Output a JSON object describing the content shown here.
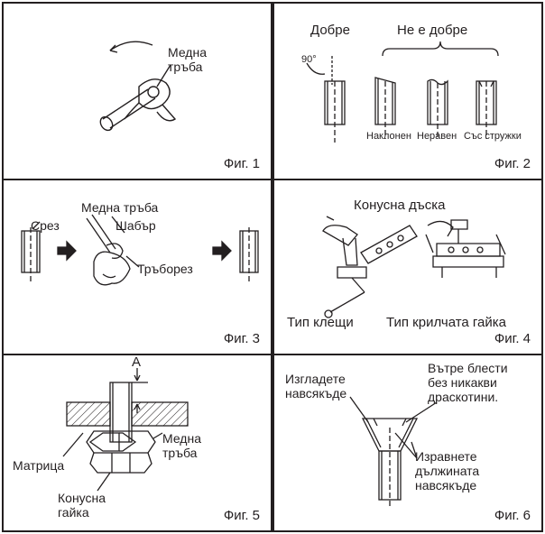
{
  "fig1": {
    "caption": "Фиг. 1",
    "copper_pipe": "Медна\nтръба"
  },
  "fig2": {
    "caption": "Фиг. 2",
    "good": "Добре",
    "not_good": "Не е добре",
    "angle": "90°",
    "tilted": "Наклонен",
    "uneven": "Неравен",
    "burrs": "Със стружки"
  },
  "fig3": {
    "caption": "Фиг. 3",
    "cut": "Срез",
    "copper_pipe": "Медна тръба",
    "reamer": "Шабър",
    "pipe_cutter": "Тръборез"
  },
  "fig4": {
    "caption": "Фиг. 4",
    "flare_tool": "Конусна дъска",
    "clamp_type": "Тип клещи",
    "wing_nut_type": "Тип крилчата гайка"
  },
  "fig5": {
    "caption": "Фиг. 5",
    "dim_a": "A",
    "die": "Матрица",
    "copper_pipe": "Медна\nтръба",
    "flare_nut": "Конусна\nгайка"
  },
  "fig6": {
    "caption": "Фиг. 6",
    "smooth": "Изгладете\nнавсякъде",
    "shine": "Вътре блести\nбез никакви\nдраскотини.",
    "even_length": "Изравнете\nдължината\nнавсякъде"
  }
}
